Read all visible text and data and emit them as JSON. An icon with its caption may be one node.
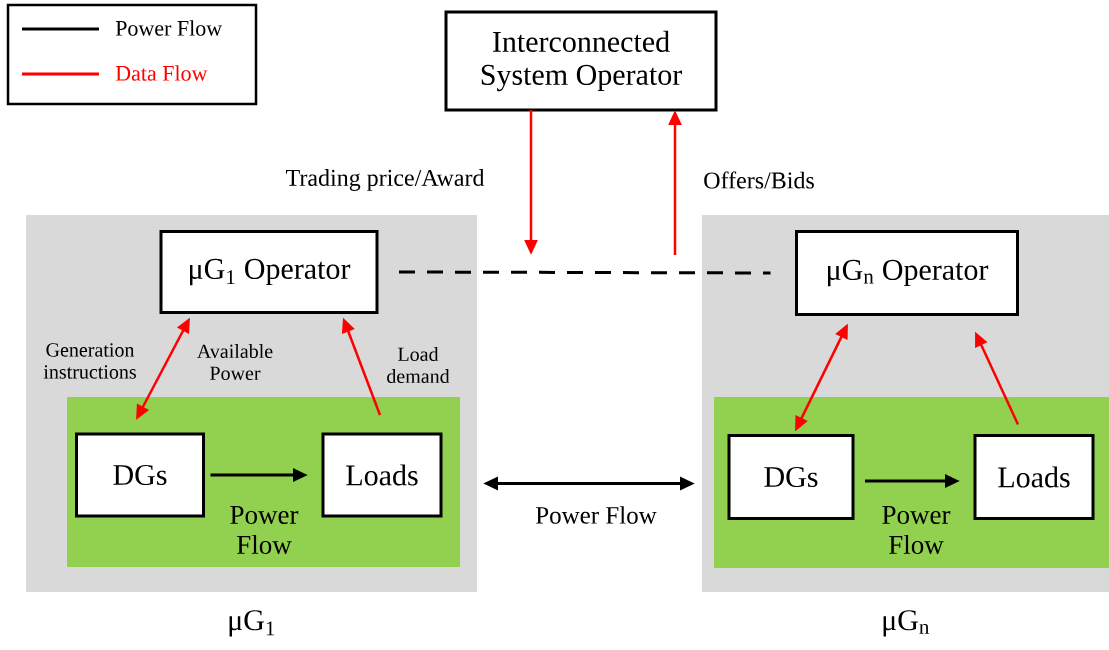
{
  "diagram": {
    "nodes": [
      {
        "text": [
          "Interconnected System Operator"
        ]
      },
      {
        "text": [
          "μG$_{1}$"
        ]
      },
      {
        "text": [
          "μG$_{1}$ Operator"
        ],
        "in": 1
      },
      {
        "text": [],
        "shape": "box",
        "in": 1
      },
      {
        "text": [
          "DGs"
        ],
        "in": 3
      },
      {
        "text": [
          "Loads"
        ],
        "in": 3
      },
      {
        "text": [
          "μG$_{n}$"
        ]
      },
      {
        "text": [
          "μG$_{n}$ Operator"
        ],
        "in": 6
      },
      {
        "text": [],
        "shape": "box",
        "in": 6
      },
      {
        "text": [
          "DGs"
        ],
        "in": 8
      },
      {
        "text": [
          "Loads"
        ],
        "in": 8
      }
    ],
    "edges": [
      {
        "from": 0,
        "to": null,
        "arrow": "to",
        "label": "Trading price/Award"
      },
      {
        "from": null,
        "to": 0,
        "arrow": "to",
        "label": "Offers/Bids"
      },
      {
        "from": 2,
        "to": 7,
        "arrow": "none",
        "style": "dashed",
        "color": "#000000"
      },
      {
        "from": 4,
        "to": 2,
        "arrow": "both",
        "label": "Generation instructions"
      },
      {
        "from": 5,
        "to": 2,
        "arrow": "to",
        "label": "Load demand"
      },
      {
        "from": 4,
        "to": 5,
        "arrow": "to",
        "color": "#000000",
        "label": "Power Flow"
      },
      {
        "from": 1,
        "to": 6,
        "arrow": "both",
        "color": "#000000",
        "label": "Power Flow"
      },
      {
        "from": 9,
        "to": 7,
        "arrow": "both"
      },
      {
        "from": 10,
        "to": 7,
        "arrow": "to"
      },
      {
        "from": 9,
        "to": 10,
        "arrow": "to",
        "color": "#000000",
        "label": "Power Flow"
      }
    ],
    "labels": [
      "Available Power"
    ],
    "legend": [
      {
        "text": "Power Flow"
      },
      {
        "text": "Data Flow"
      }
    ]
  }
}
